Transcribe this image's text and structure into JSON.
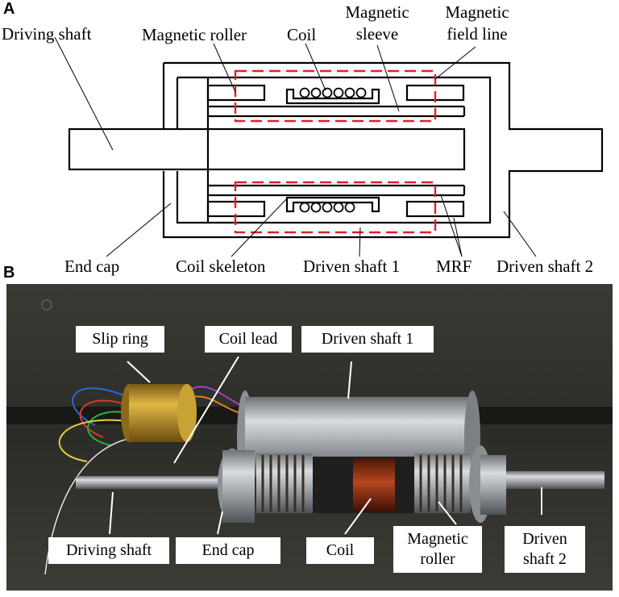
{
  "panel_a": {
    "letter": "A",
    "labels": {
      "driving_shaft": "Driving shaft",
      "magnetic_roller": "Magnetic roller",
      "coil": "Coil",
      "magnetic_sleeve_1": "Magnetic",
      "magnetic_sleeve_2": "sleeve",
      "field_line_1": "Magnetic",
      "field_line_2": "field line",
      "end_cap": "End cap",
      "coil_skeleton": "Coil skeleton",
      "driven_shaft_1": "Driven shaft 1",
      "mrf": "MRF",
      "driven_shaft_2": "Driven shaft 2"
    }
  },
  "panel_b": {
    "letter": "B",
    "labels": {
      "slip_ring": "Slip ring",
      "coil_lead": "Coil lead",
      "driven_shaft_1": "Driven shaft 1",
      "driving_shaft": "Driving shaft",
      "end_cap": "End cap",
      "coil": "Coil",
      "magnetic_roller_1": "Magnetic",
      "magnetic_roller_2": "roller",
      "driven_shaft_2_1": "Driven",
      "driven_shaft_2_2": "shaft 2"
    }
  },
  "colors": {
    "outline": "#000000",
    "field_line": "#e0202a",
    "photo_bg": "#2f2f2b",
    "brass": "#c49a2a",
    "steel": "#b8bcc0",
    "copper": "#9a3a1a"
  }
}
